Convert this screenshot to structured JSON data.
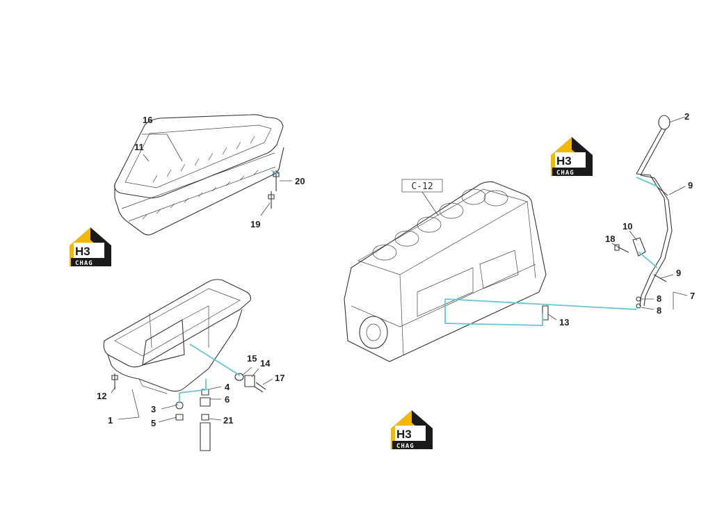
{
  "reference_label": "C-12",
  "callouts": [
    "1",
    "2",
    "3",
    "4",
    "5",
    "6",
    "7",
    "8",
    "8",
    "9",
    "9",
    "10",
    "11",
    "12",
    "13",
    "14",
    "15",
    "16",
    "17",
    "18",
    "19",
    "20",
    "21"
  ],
  "watermark": {
    "top_text": "H3",
    "bottom_text": "CHAG",
    "accent_color": "#f5b800",
    "dark_color": "#1a1a1a"
  },
  "colors": {
    "connector": "#63c7d6",
    "linework": "#333333"
  }
}
